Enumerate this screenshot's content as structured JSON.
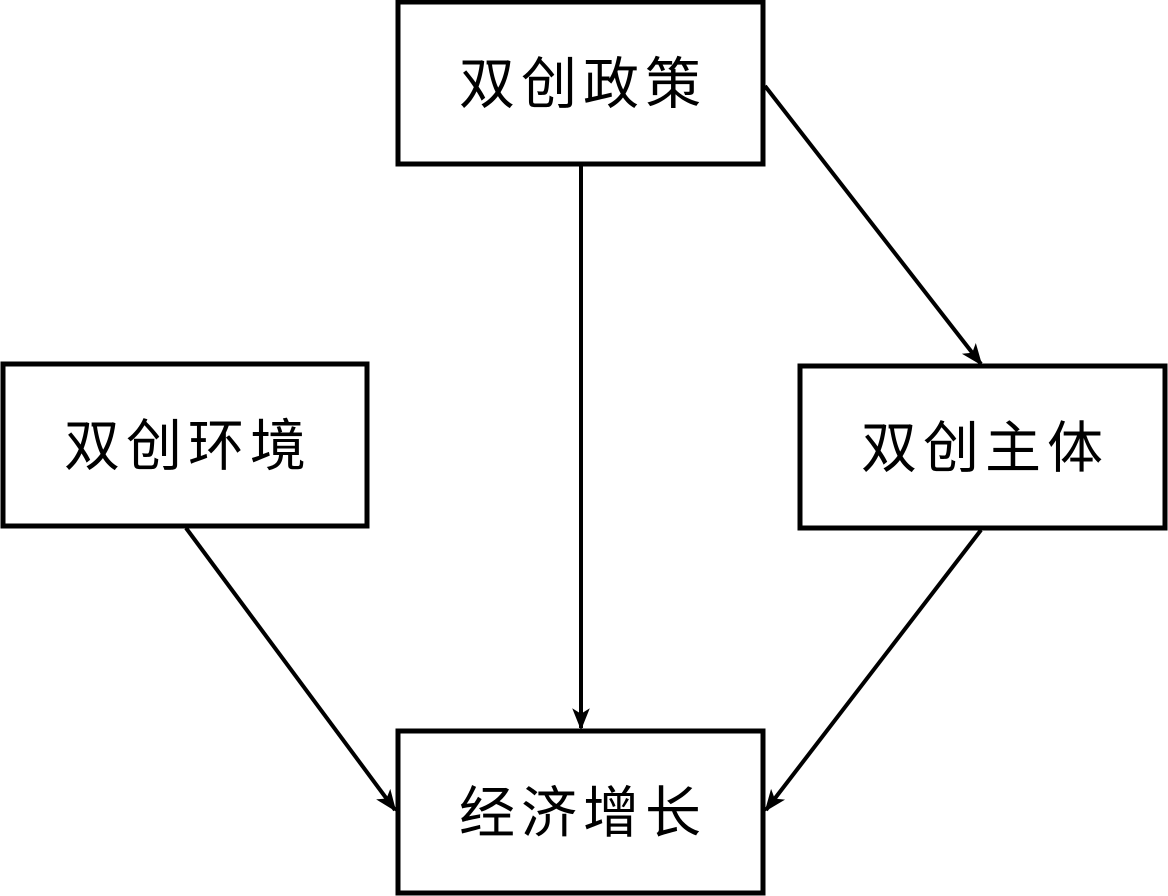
{
  "diagram": {
    "nodes": {
      "policy": {
        "label": "双创政策"
      },
      "environment": {
        "label": "双创环境"
      },
      "subject": {
        "label": "双创主体"
      },
      "growth": {
        "label": "经济增长"
      }
    },
    "edges": [
      {
        "from": "policy",
        "to": "growth"
      },
      {
        "from": "policy",
        "to": "subject"
      },
      {
        "from": "environment",
        "to": "growth"
      },
      {
        "from": "subject",
        "to": "growth"
      }
    ],
    "colors": {
      "stroke": "#000000",
      "background": "#ffffff"
    }
  }
}
